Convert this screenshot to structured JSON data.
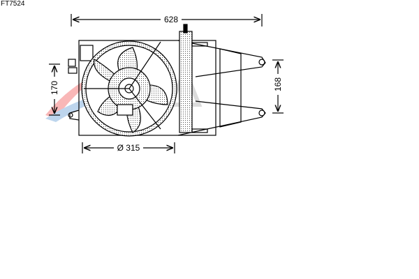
{
  "part_code": "FT7524",
  "dimensions": {
    "width": "628",
    "height_right": "168",
    "height_left": "170",
    "fan_diameter": "Ø 315"
  },
  "watermark": "AVA"
}
